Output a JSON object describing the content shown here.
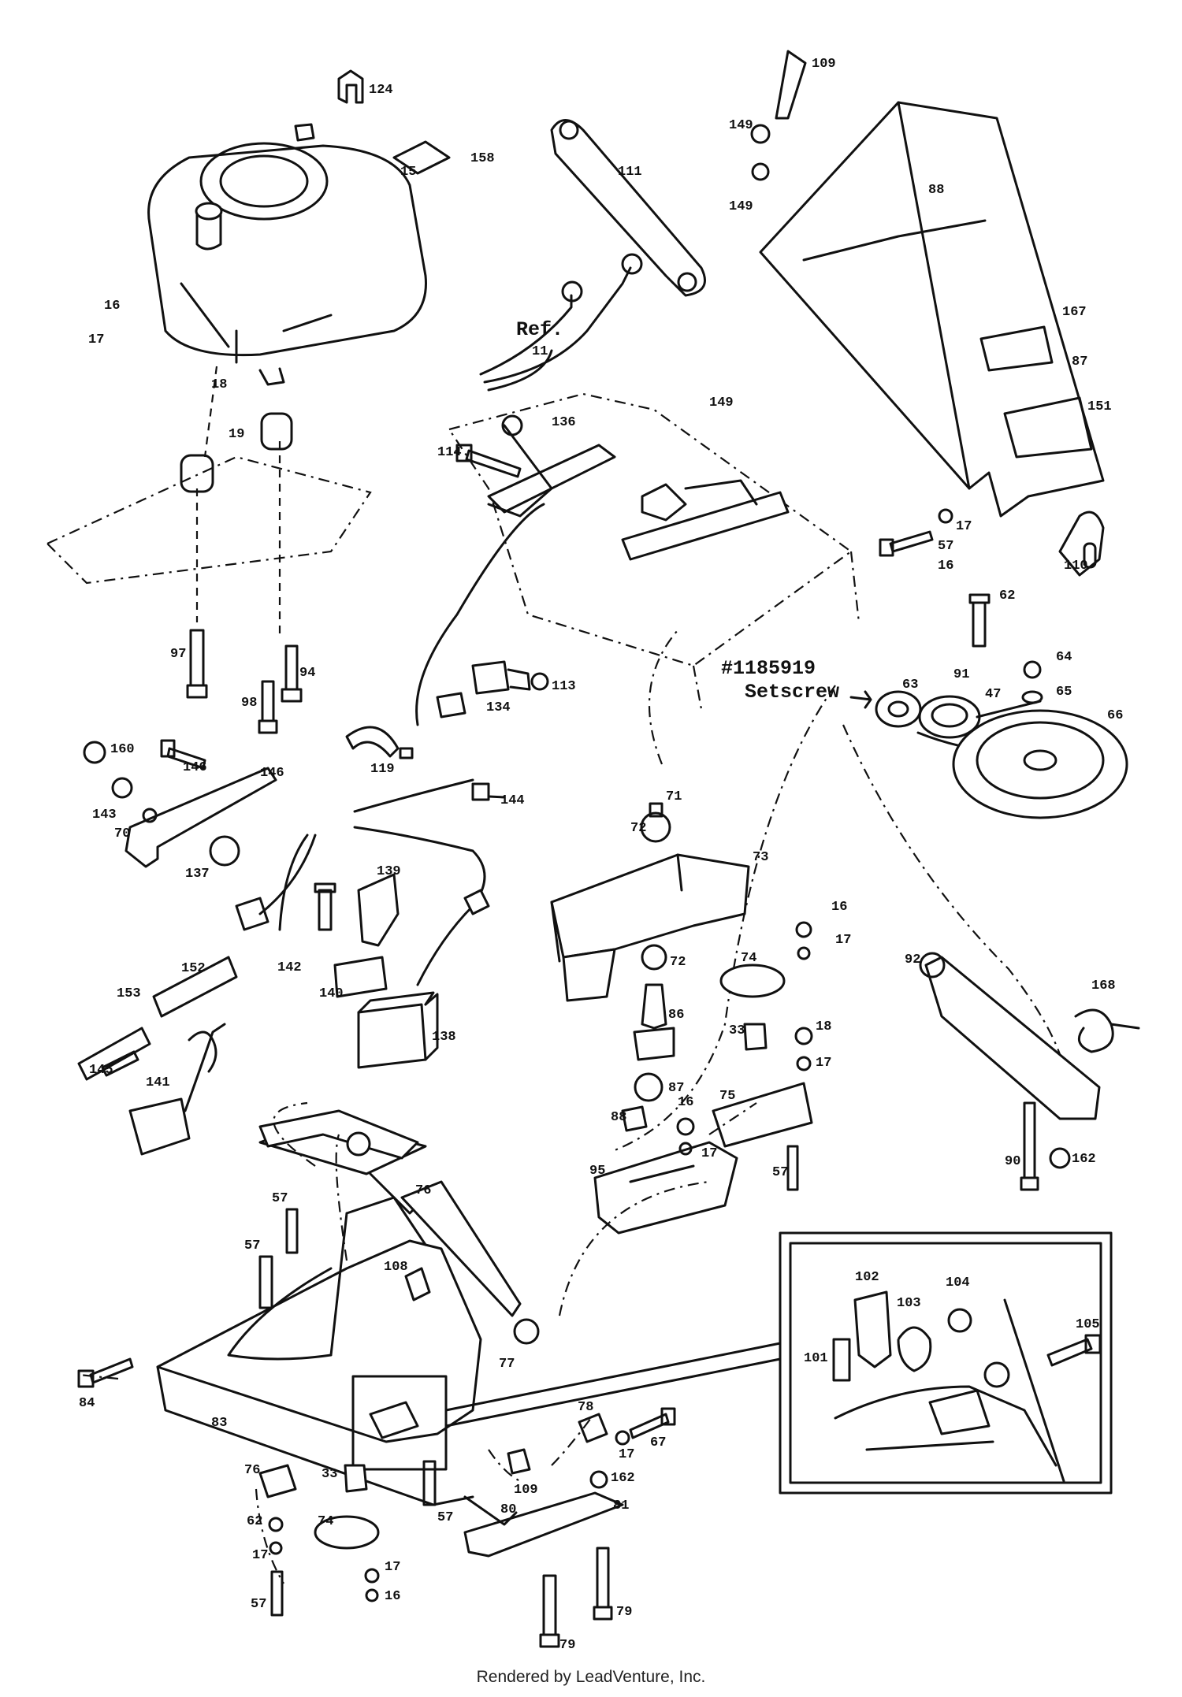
{
  "footer": "Rendered by LeadVenture, Inc.",
  "ref_label": "Ref.",
  "setscrew": {
    "number": "#1185919",
    "label": "Setscrew"
  },
  "callouts": [
    {
      "id": "c124",
      "text": "124"
    },
    {
      "id": "c15",
      "text": "15"
    },
    {
      "id": "c158",
      "text": "158"
    },
    {
      "id": "c16a",
      "text": "16"
    },
    {
      "id": "c17a",
      "text": "17"
    },
    {
      "id": "c18a",
      "text": "18"
    },
    {
      "id": "c19",
      "text": "19"
    },
    {
      "id": "c97",
      "text": "97"
    },
    {
      "id": "c98",
      "text": "98"
    },
    {
      "id": "c94",
      "text": "94"
    },
    {
      "id": "c111",
      "text": "111"
    },
    {
      "id": "c109",
      "text": "109"
    },
    {
      "id": "c149a",
      "text": "149"
    },
    {
      "id": "c149b",
      "text": "149"
    },
    {
      "id": "c88",
      "text": "88"
    },
    {
      "id": "c167",
      "text": "167"
    },
    {
      "id": "c87",
      "text": "87"
    },
    {
      "id": "c151",
      "text": "151"
    },
    {
      "id": "c11",
      "text": "11"
    },
    {
      "id": "c136",
      "text": "136"
    },
    {
      "id": "c149c",
      "text": "149"
    },
    {
      "id": "c114",
      "text": "114"
    },
    {
      "id": "c57a",
      "text": "57"
    },
    {
      "id": "c16b",
      "text": "16"
    },
    {
      "id": "c17b",
      "text": "17"
    },
    {
      "id": "c110",
      "text": "110"
    },
    {
      "id": "c62",
      "text": "62"
    },
    {
      "id": "c64",
      "text": "64"
    },
    {
      "id": "c63",
      "text": "63"
    },
    {
      "id": "c91",
      "text": "91"
    },
    {
      "id": "c47",
      "text": "47"
    },
    {
      "id": "c65",
      "text": "65"
    },
    {
      "id": "c66",
      "text": "66"
    },
    {
      "id": "c113",
      "text": "113"
    },
    {
      "id": "c134",
      "text": "134"
    },
    {
      "id": "c119",
      "text": "119"
    },
    {
      "id": "c160",
      "text": "160"
    },
    {
      "id": "c146a",
      "text": "146"
    },
    {
      "id": "c146b",
      "text": "146"
    },
    {
      "id": "c143",
      "text": "143"
    },
    {
      "id": "c70",
      "text": "70"
    },
    {
      "id": "c137",
      "text": "137"
    },
    {
      "id": "c144",
      "text": "144"
    },
    {
      "id": "c71",
      "text": "71"
    },
    {
      "id": "c72a",
      "text": "72"
    },
    {
      "id": "c73",
      "text": "73"
    },
    {
      "id": "c72b",
      "text": "72"
    },
    {
      "id": "c139",
      "text": "139"
    },
    {
      "id": "c142",
      "text": "142"
    },
    {
      "id": "c140",
      "text": "140"
    },
    {
      "id": "c138",
      "text": "138"
    },
    {
      "id": "c152",
      "text": "152"
    },
    {
      "id": "c153",
      "text": "153"
    },
    {
      "id": "c145",
      "text": "145"
    },
    {
      "id": "c141",
      "text": "141"
    },
    {
      "id": "c16c",
      "text": "16"
    },
    {
      "id": "c17c",
      "text": "17"
    },
    {
      "id": "c74a",
      "text": "74"
    },
    {
      "id": "c86",
      "text": "86"
    },
    {
      "id": "c33a",
      "text": "33"
    },
    {
      "id": "c18b",
      "text": "18"
    },
    {
      "id": "c17d",
      "text": "17"
    },
    {
      "id": "c87b",
      "text": "87"
    },
    {
      "id": "c88b",
      "text": "88"
    },
    {
      "id": "c16d",
      "text": "16"
    },
    {
      "id": "c75",
      "text": "75"
    },
    {
      "id": "c17e",
      "text": "17"
    },
    {
      "id": "c95",
      "text": "95"
    },
    {
      "id": "c57b",
      "text": "57"
    },
    {
      "id": "c92",
      "text": "92"
    },
    {
      "id": "c168",
      "text": "168"
    },
    {
      "id": "c90",
      "text": "90"
    },
    {
      "id": "c162a",
      "text": "162"
    },
    {
      "id": "c57c",
      "text": "57"
    },
    {
      "id": "c76a",
      "text": "76"
    },
    {
      "id": "c57d",
      "text": "57"
    },
    {
      "id": "c108",
      "text": "108"
    },
    {
      "id": "c77",
      "text": "77"
    },
    {
      "id": "c84",
      "text": "84"
    },
    {
      "id": "c83",
      "text": "83"
    },
    {
      "id": "c102",
      "text": "102"
    },
    {
      "id": "c104",
      "text": "104"
    },
    {
      "id": "c103",
      "text": "103"
    },
    {
      "id": "c101",
      "text": "101"
    },
    {
      "id": "c105",
      "text": "105"
    },
    {
      "id": "c78",
      "text": "78"
    },
    {
      "id": "c17f",
      "text": "17"
    },
    {
      "id": "c67",
      "text": "67"
    },
    {
      "id": "c76b",
      "text": "76"
    },
    {
      "id": "c109b",
      "text": "109"
    },
    {
      "id": "c162b",
      "text": "162"
    },
    {
      "id": "c81",
      "text": "81"
    },
    {
      "id": "c33b",
      "text": "33"
    },
    {
      "id": "c62b",
      "text": "62"
    },
    {
      "id": "c74b",
      "text": "74"
    },
    {
      "id": "c17g",
      "text": "17"
    },
    {
      "id": "c57e",
      "text": "57"
    },
    {
      "id": "c17h",
      "text": "17"
    },
    {
      "id": "c16e",
      "text": "16"
    },
    {
      "id": "c57f",
      "text": "57"
    },
    {
      "id": "c80",
      "text": "80"
    },
    {
      "id": "c79a",
      "text": "79"
    },
    {
      "id": "c79b",
      "text": "79"
    }
  ]
}
